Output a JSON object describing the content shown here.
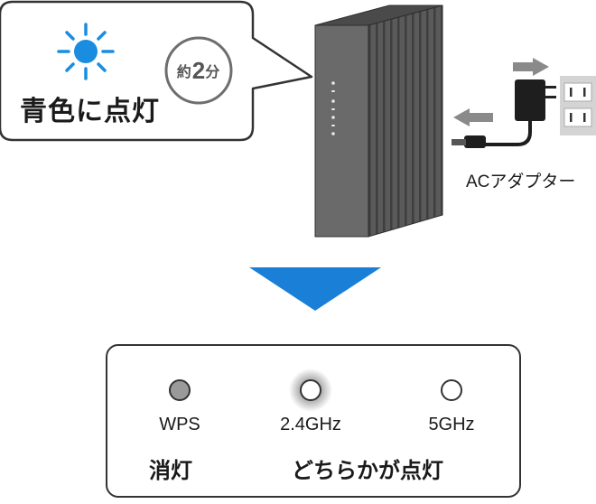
{
  "callout": {
    "status_text": "青色に点灯",
    "time_prefix": "約",
    "time_value": "2",
    "time_unit": "分",
    "light_color": "#1a8de0"
  },
  "adapter": {
    "label": "ACアダプター"
  },
  "arrow_color": "#1a7fd6",
  "leds": [
    {
      "name": "WPS",
      "state": "off",
      "fill": "#9a9a9a"
    },
    {
      "name": "2.4GHz",
      "state": "on",
      "fill": "#ffffff"
    },
    {
      "name": "5GHz",
      "state": "on",
      "fill": "#ffffff"
    }
  ],
  "states": {
    "wps": "消灯",
    "wifi": "どちらかが点灯"
  }
}
